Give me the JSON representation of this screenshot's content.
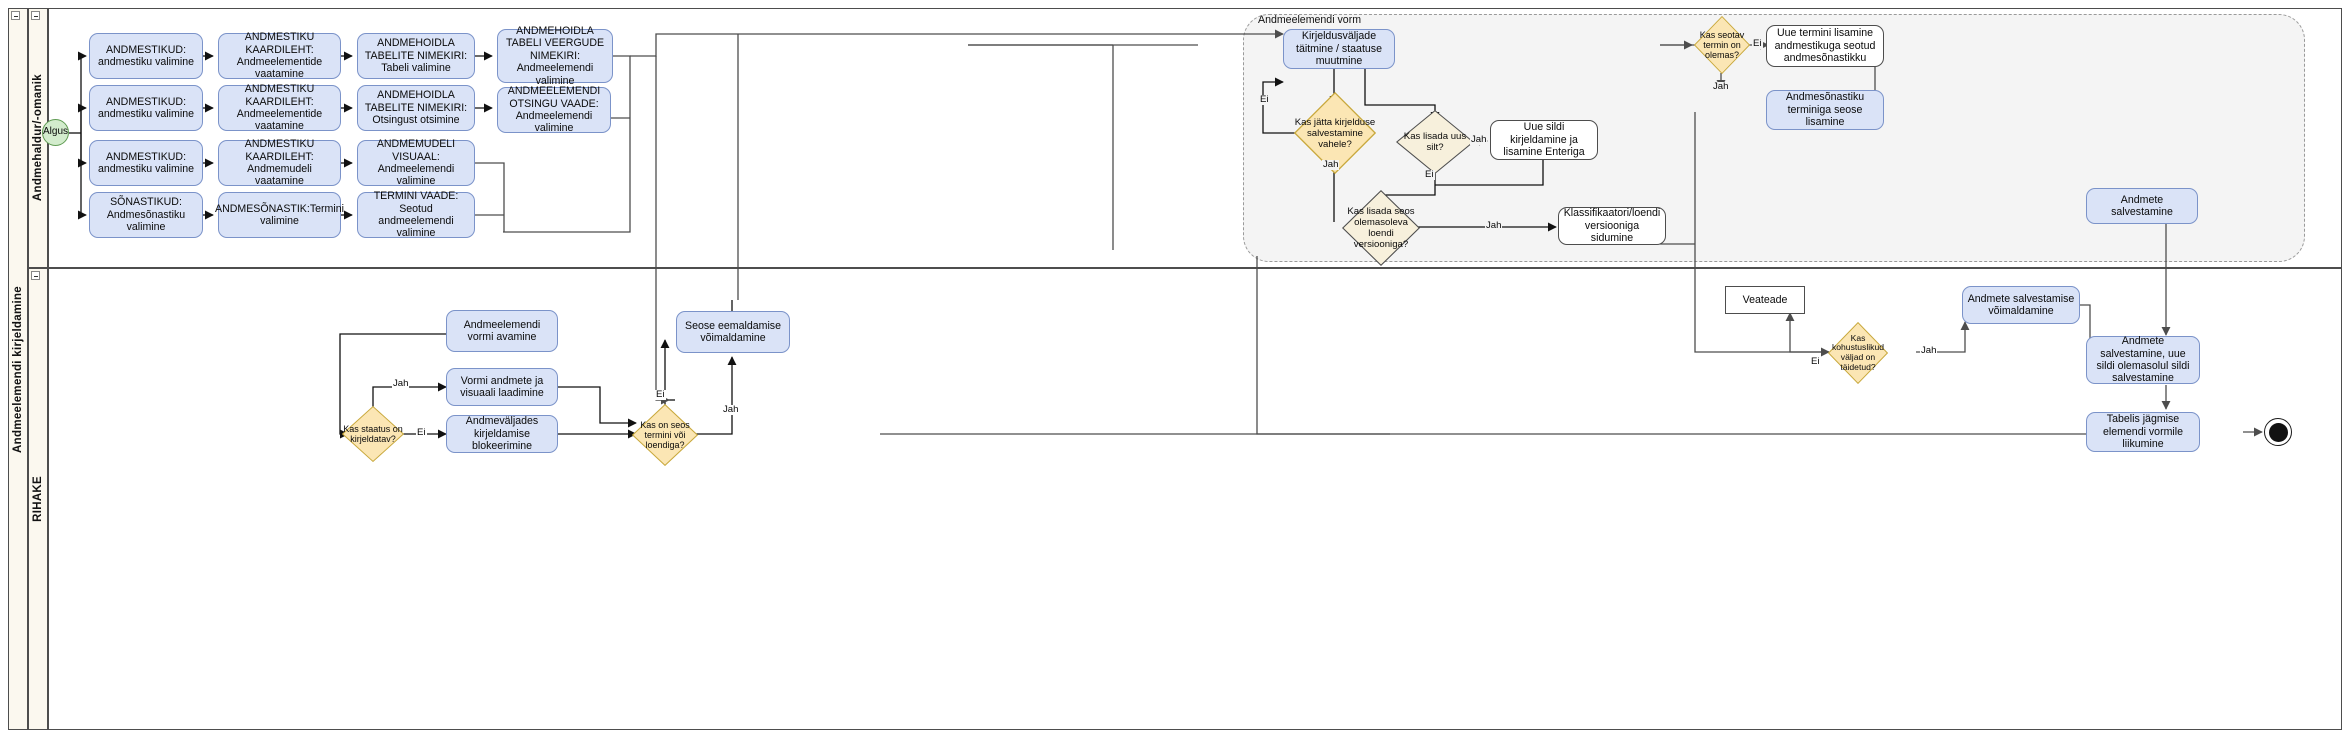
{
  "diagram": {
    "title_visible": false,
    "colors": {
      "process_fill": "#dae3f7",
      "process_stroke": "#7b93c9",
      "decision_fill": "#f7f0dc",
      "decision_fill_strong": "#fbe6b4",
      "decision_stroke": "#c8a83c",
      "start_fill": "#d3eccd",
      "group_fill": "#f4f4f4",
      "lane_title_fill": "#fbf8ef",
      "line": "#4d4d4d"
    }
  },
  "lanes": {
    "pool_label": "Andmeelemendi kirjeldamine",
    "lane1_label": "Andmehaldur/-omanik",
    "lane2_label": "RIHAKE"
  },
  "group": {
    "label": "Andmeelemendi vorm"
  },
  "nodes": {
    "start": "Algus",
    "r1c1": "ANDMESTIKUD: andmestiku valimine",
    "r1c2": "ANDMESTIKU KAARDILEHT: Andmeelementide vaatamine",
    "r1c3": "ANDMEHOIDLA TABELITE NIMEKIRI: Tabeli valimine",
    "r1c4": "ANDMEHOIDLA TABELI VEERGUDE NIMEKIRI: Andmeelemendi valimine",
    "r2c1": "ANDMESTIKUD: andmestiku valimine",
    "r2c2": "ANDMESTIKU KAARDILEHT: Andmeelementide vaatamine",
    "r2c3": "ANDMEHOIDLA TABELITE NIMEKIRI: Otsingust otsimine",
    "r2c4": "ANDMEELEMENDI OTSINGU VAADE: Andmeelemendi valimine",
    "r3c1": "ANDMESTIKUD: andmestiku valimine",
    "r3c2": "ANDMESTIKU KAARDILEHT: Andmemudeli vaatamine",
    "r3c3": "ANDMEMUDELI VISUAAL: Andmeelemendi valimine",
    "r4c1": "SÕNASTIKUD: Andmesõnastiku valimine",
    "r4c2": "ANDMESÕNASTIK:Termini valimine",
    "r4c3": "TERMINI VAADE: Seotud andmeelemendi valimine",
    "fill_fields": "Kirjeldusväljade täitmine / staatuse muutmine",
    "new_tag": "Uue sildi kirjeldamine ja lisamine Enteriga",
    "classifier_link": "Klassifikaatori/loendi versiooniga sidumine",
    "new_term": "Uue termini lisamine andmestikuga seotud andmesõnastikku",
    "term_relation": "Andmesõnastiku terminiga seose lisamine",
    "save_data": "Andmete salvestamine",
    "enable_save": "Andmete salvestamise võimaldamine",
    "save_new_tag": "Andmete salvestamine, uue sildi olemasolul sildi salvestamine",
    "go_next": "Tabelis jägmise elemendi vormile liikumine",
    "open_form": "Andmeelemendi vormi avamine",
    "load_form": "Vormi andmete ja visuaali laadimine",
    "block_fields": "Andmeväljades kirjeldamise blokeerimine",
    "remove_relation": "Seose eemaldamise võimaldamine",
    "error_msg": "Veateade"
  },
  "decisions": {
    "skip_save": "Kas jätta kirjelduse salvestamine vahele?",
    "add_tag": "Kas lisada uus silt?",
    "add_relation": "Kas lisada seos olemasoleva loendi versiooniga?",
    "has_related_term": "Kas seotav termin on olemas?",
    "mandatory_filled": "Kas kohustuslikud väljad on täidetud?",
    "status_describable": "Kas staatus on kirjeldatav?",
    "has_term_or_list": "Kas on seos termini või loendiga?"
  },
  "edge_labels": {
    "yes": "Jah",
    "no": "Ei"
  },
  "icons": {
    "collapse": "collapse-minus-icon"
  }
}
